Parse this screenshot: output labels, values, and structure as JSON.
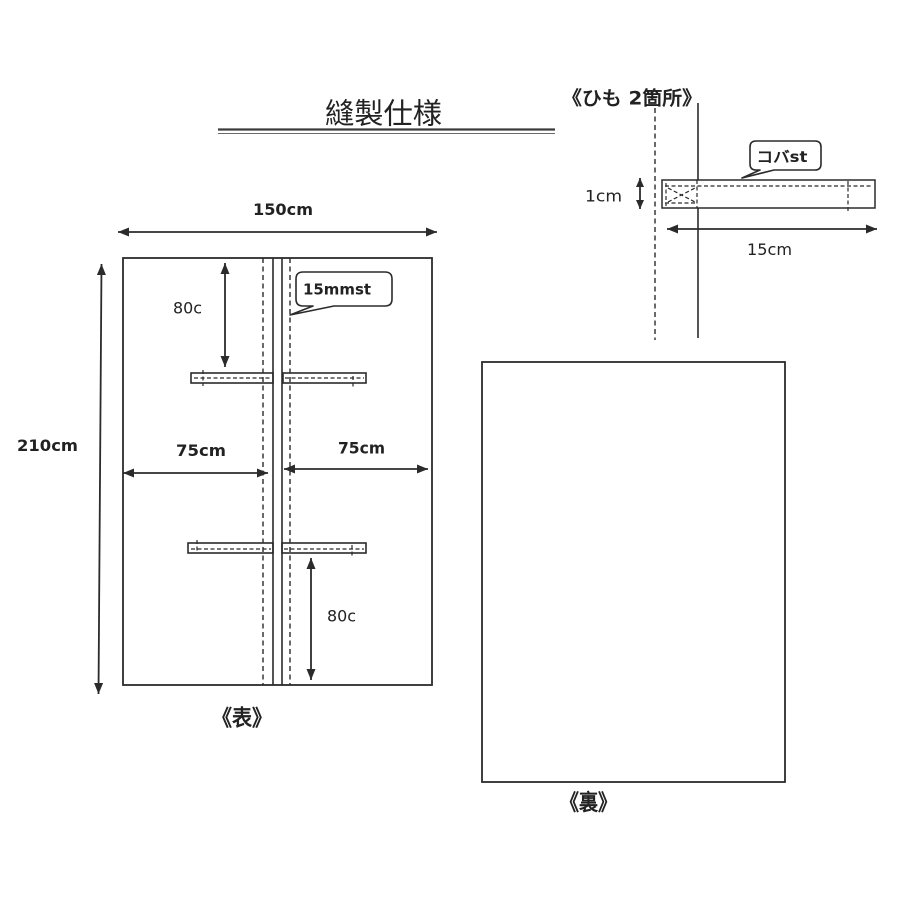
{
  "page": {
    "title": "縫製仕様"
  },
  "front_view": {
    "label": "《表》",
    "dimensions": {
      "width": "150cm",
      "height": "210cm",
      "left_half": "75cm",
      "right_half": "75cm",
      "upper_tie_from_top": "80c",
      "lower_tie_from_bottom": "80c"
    },
    "callouts": {
      "center_seam_stitch": "15mmst"
    }
  },
  "back_view": {
    "label": "《裏》"
  },
  "tie_detail": {
    "title": "《ひも 2箇所》",
    "dimensions": {
      "width": "1cm",
      "length": "15cm"
    },
    "callouts": {
      "edge_stitch": "コバst"
    }
  }
}
